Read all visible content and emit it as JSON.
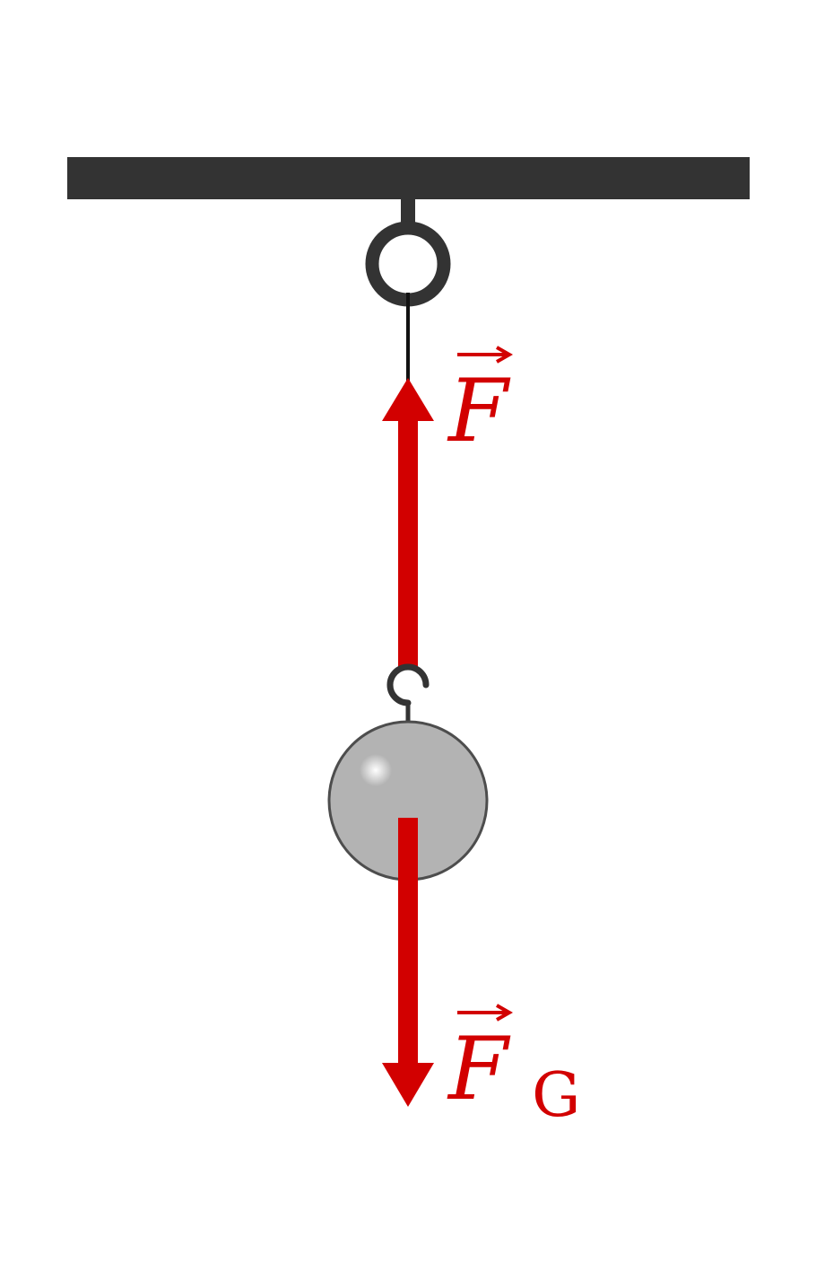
{
  "colors": {
    "force": "#d20000",
    "ceiling": "#333333",
    "hardware": "#333333",
    "string": "#111111",
    "mass_fill": "#b3b3b3",
    "mass_stroke": "#4d4d4d"
  },
  "labels": {
    "tension": {
      "symbol": "F",
      "subscript": ""
    },
    "gravity": {
      "symbol": "F",
      "subscript": "G"
    }
  }
}
